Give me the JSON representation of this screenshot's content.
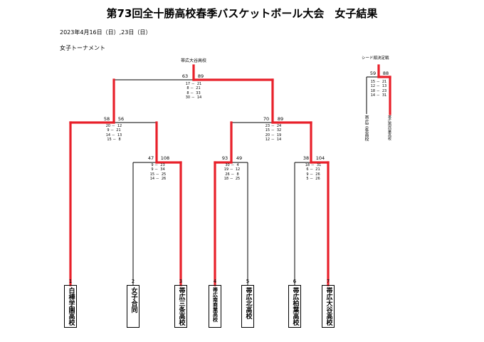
{
  "title": "第73回全十勝高校春季バスケットボール大会　女子結果",
  "date": "2023年4月16日（日）,23日（日）",
  "section": "女子トーナメント",
  "champion": "帯広大谷高校",
  "colors": {
    "winner": "#e8202a",
    "line": "#000000"
  },
  "teams": [
    {
      "seed": "1",
      "name": "白樺学園高校"
    },
    {
      "seed": "2",
      "name": "女子合同"
    },
    {
      "seed": "3",
      "name": "帯広三条高校"
    },
    {
      "seed": "4",
      "name": "帯広南商業高校"
    },
    {
      "seed": "5",
      "name": "帯広北高校"
    },
    {
      "seed": "6",
      "name": "帯広柏葉高校"
    },
    {
      "seed": "7",
      "name": "帯広大谷高校"
    }
  ],
  "round1": {
    "m23": {
      "left": "47",
      "right": "108",
      "quarters": "9 －  23\n9 －  34\n15 －  25\n14 －  26"
    },
    "m45": {
      "left": "93",
      "right": "49",
      "quarters": "30 －  4\n19 －  12\n26 －  8\n18 －  25"
    },
    "m67": {
      "left": "38",
      "right": "104",
      "quarters": "18 －  31\n6 －  21\n9 －  26\n5 －  26"
    }
  },
  "semis": {
    "left": {
      "left": "58",
      "right": "56",
      "quarters": "20 －  12\n9 －  21\n14 －  13\n15 －  8"
    },
    "right": {
      "left": "70",
      "right": "89",
      "quarters": "23 －  24\n15 －  32\n20 －  19\n12 －  14"
    }
  },
  "final": {
    "left": "63",
    "right": "89",
    "quarters": "17 －  21\n8 －  21\n8 －  33\n30 －  14"
  },
  "seed_match": {
    "title": "シード順決定戦",
    "left": "59",
    "right": "88",
    "quarters": "15 －  21\n12 －  13\n18 －  23\n14 －  31",
    "left_team": "帯広三条高校",
    "right_team": "帯広南商業高校"
  }
}
